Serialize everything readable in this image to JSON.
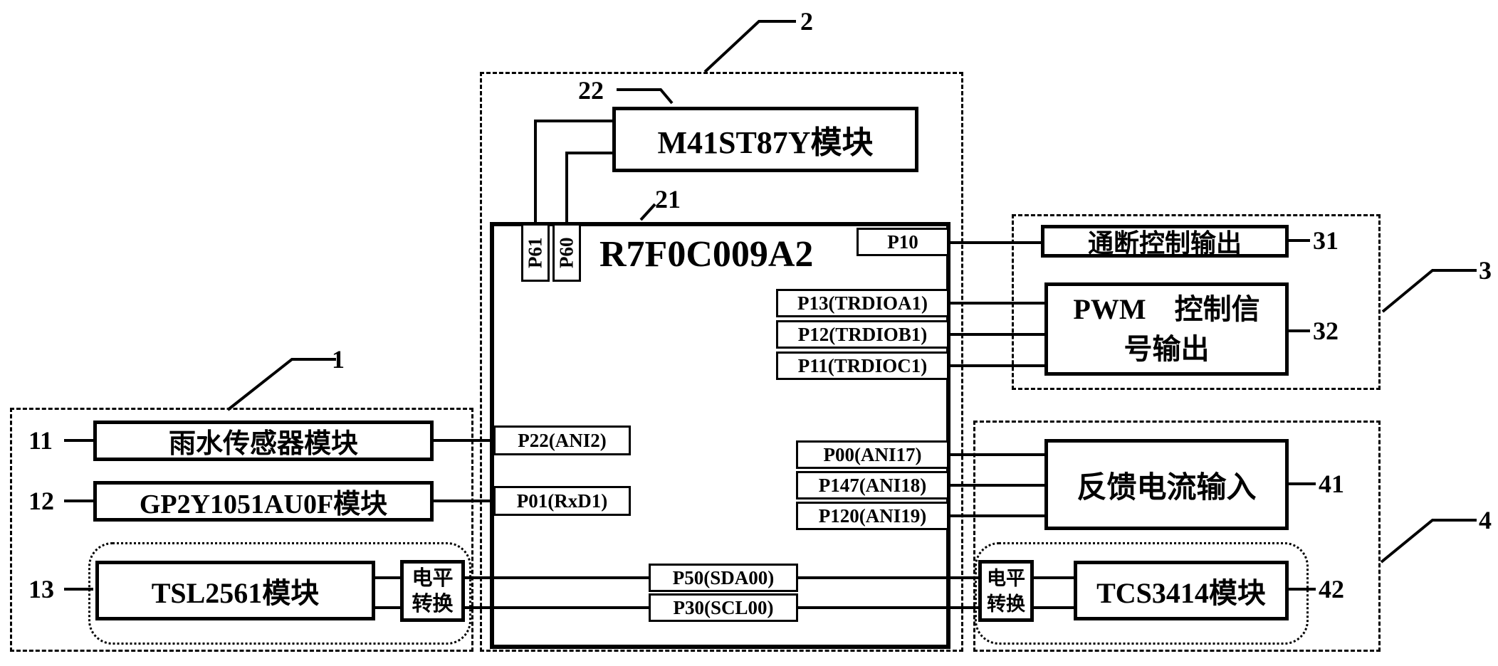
{
  "group_labels": {
    "g1": "1",
    "g2": "2",
    "g3": "3",
    "g4": "4"
  },
  "mcu": {
    "ref": "21",
    "name": "R7F0C009A2",
    "pins": {
      "p61": "P61",
      "p60": "P60",
      "p10": "P10",
      "p13": "P13(TRDIOA1)",
      "p12": "P12(TRDIOB1)",
      "p11": "P11(TRDIOC1)",
      "p22": "P22(ANI2)",
      "p01": "P01(RxD1)",
      "p00": "P00(ANI17)",
      "p147": "P147(ANI18)",
      "p120": "P120(ANI19)",
      "p50": "P50(SDA00)",
      "p30": "P30(SCL00)"
    }
  },
  "m41": {
    "ref": "22",
    "label": "M41ST87Y模块"
  },
  "rain": {
    "ref": "11",
    "label": "雨水传感器模块"
  },
  "gp2y": {
    "ref": "12",
    "label": "GP2Y1051AU0F模块"
  },
  "tsl": {
    "ref": "13",
    "label": "TSL2561模块",
    "level_shift": [
      "电平",
      "转换"
    ]
  },
  "onoff": {
    "ref": "31",
    "label": "通断控制输出"
  },
  "pwm": {
    "ref": "32",
    "line1": "PWM　控制信",
    "line2": "号输出"
  },
  "feedback": {
    "ref": "41",
    "label": "反馈电流输入"
  },
  "tcs": {
    "ref": "42",
    "label": "TCS3414模块",
    "level_shift": [
      "电平",
      "转换"
    ]
  }
}
